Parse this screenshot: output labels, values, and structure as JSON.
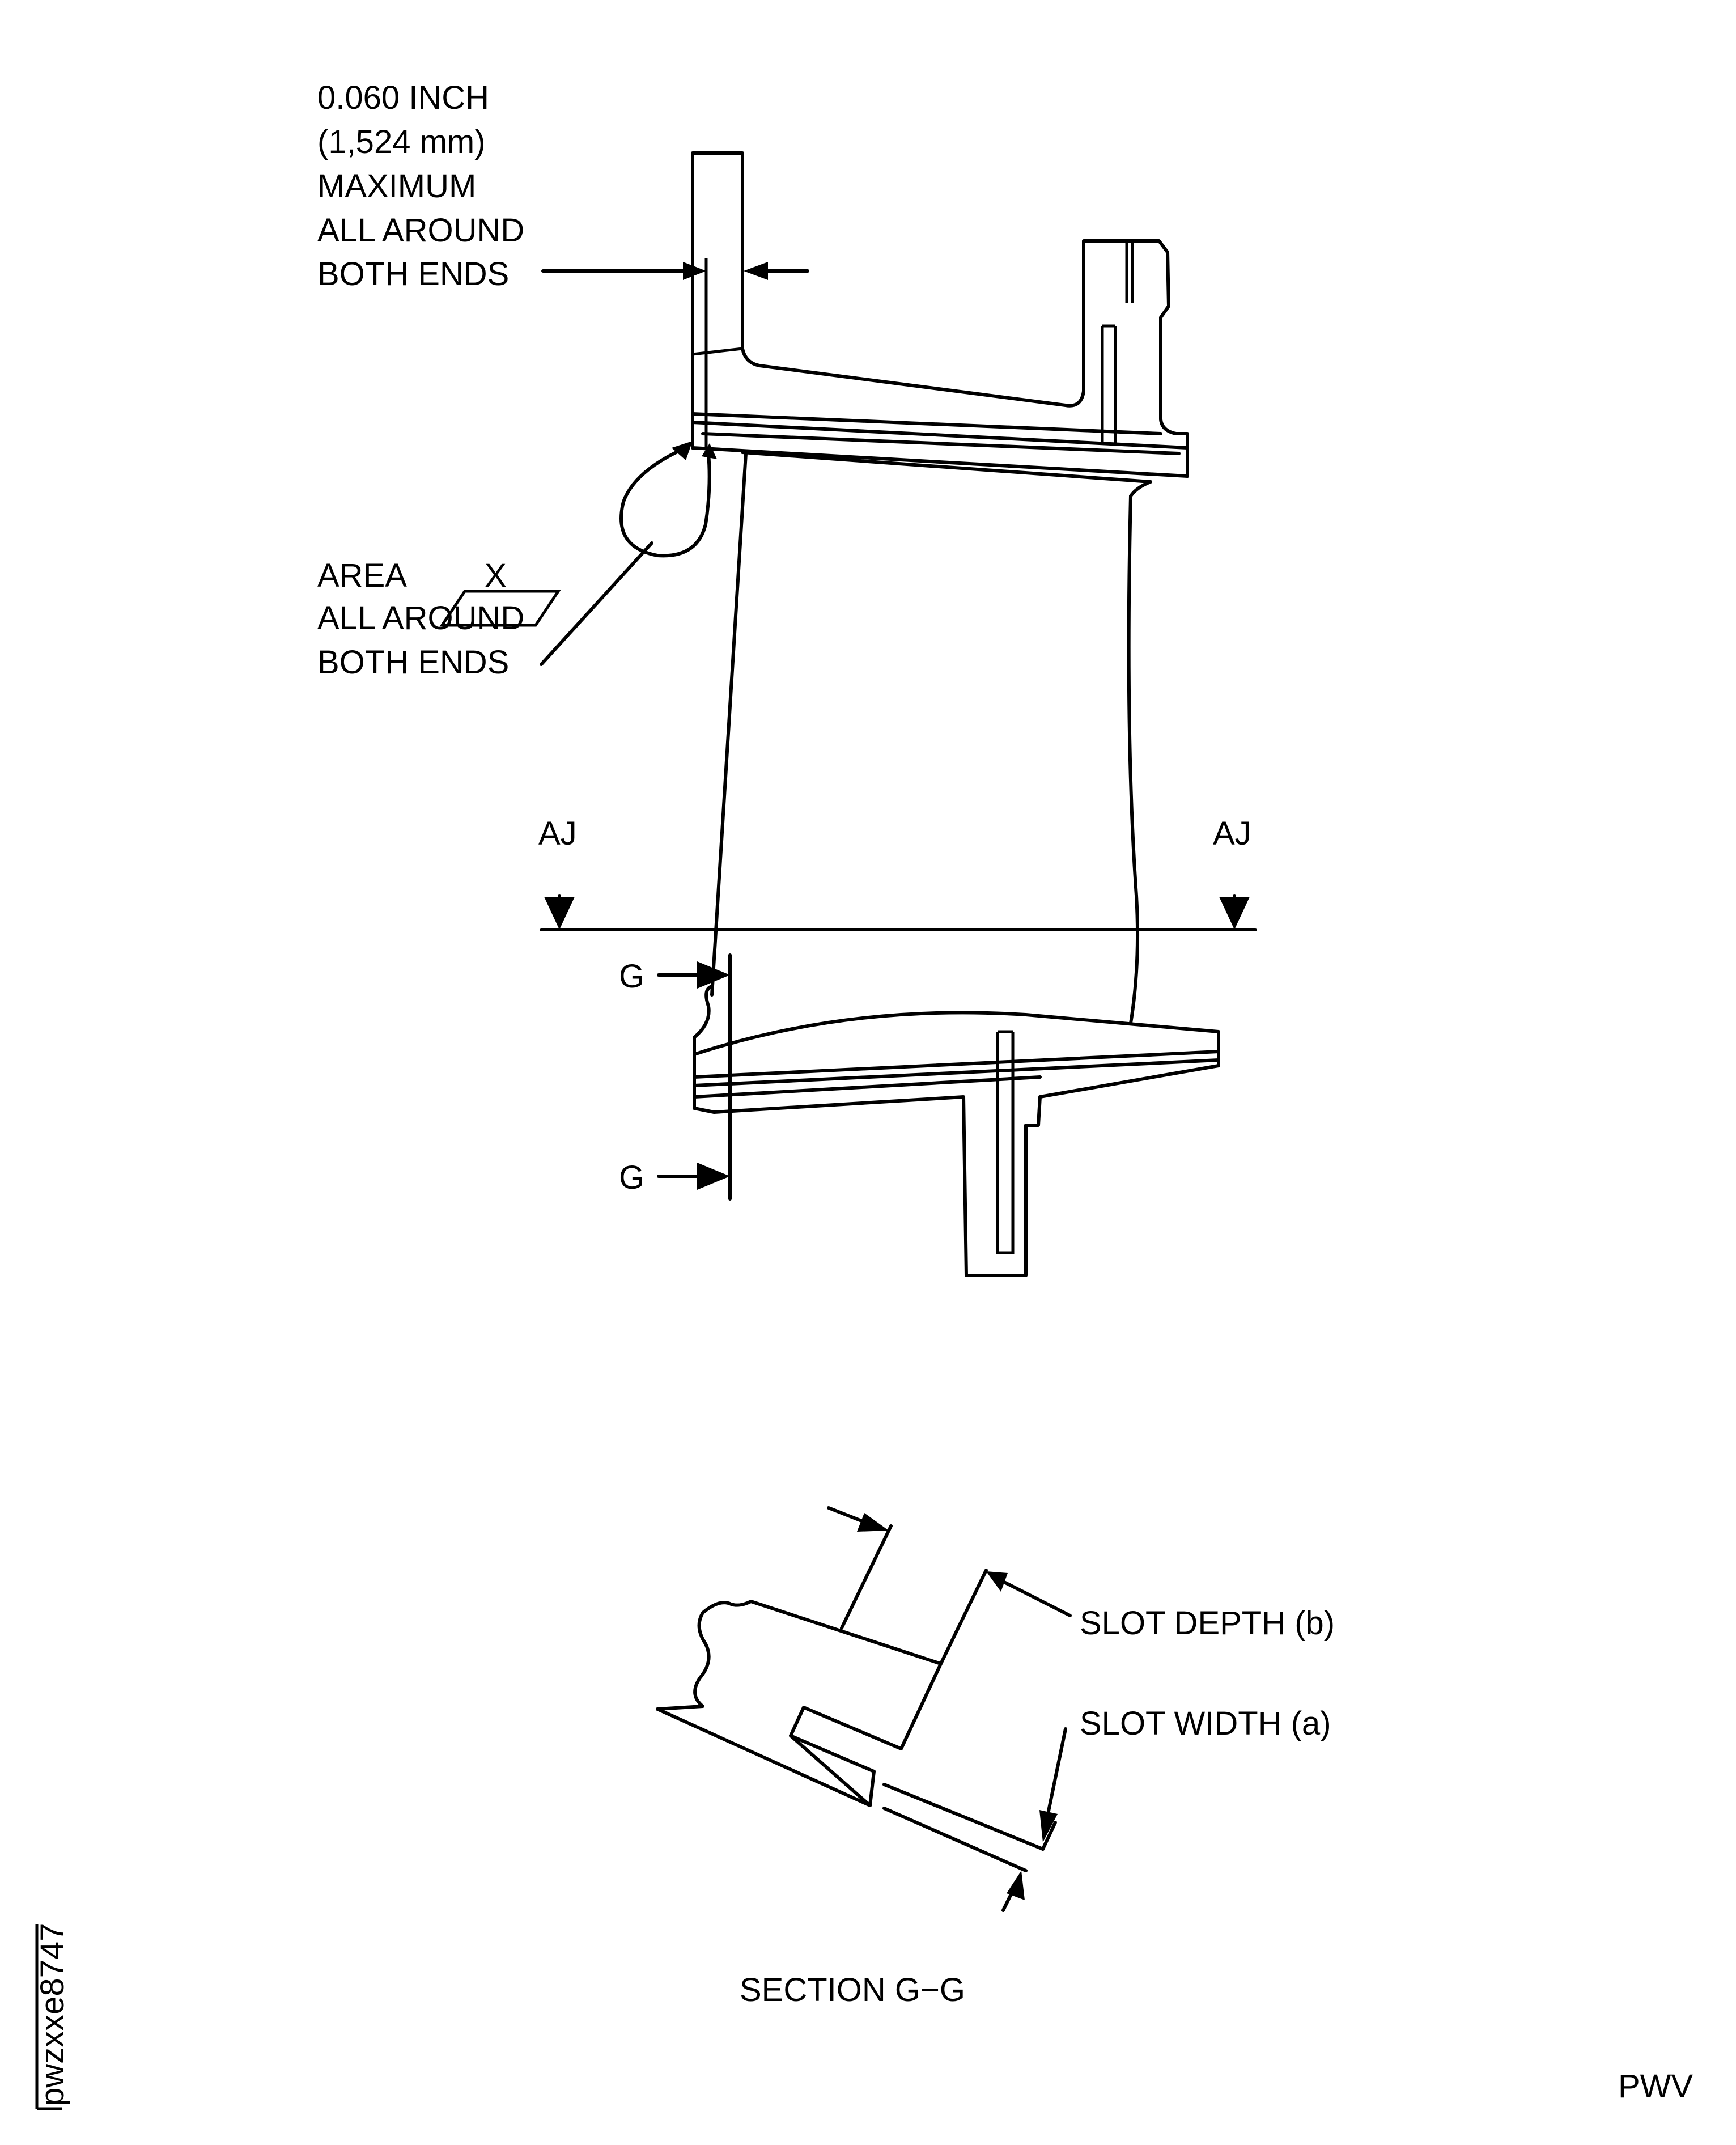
{
  "callouts": {
    "chamfer_value": "0.060 INCH",
    "chamfer_metric": "(1,524 mm)",
    "chamfer_limit": "MAXIMUM",
    "chamfer_extent_1": "ALL AROUND",
    "chamfer_extent_2": "BOTH ENDS",
    "area_label": "AREA",
    "area_symbol": "X",
    "area_extent_1": "ALL AROUND",
    "area_extent_2": "BOTH ENDS",
    "section_aj_left": "AJ",
    "section_aj_right": "AJ",
    "section_g_top": "G",
    "section_g_bottom": "G",
    "slot_depth": "SLOT DEPTH (b)",
    "slot_width": "SLOT WIDTH (a)"
  },
  "section_title": "SECTION G−G",
  "figure_id": "pwzxxe8747",
  "footer_code": "PWV"
}
